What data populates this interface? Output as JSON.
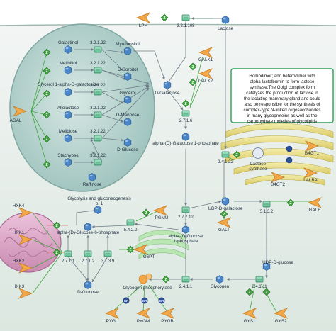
{
  "title": "",
  "colors": {
    "background": "#ffffff",
    "cell_bg_top": "#f3f5f4",
    "cell_bg_bottom": "#dfe9e3",
    "lysosome_fill": "#b9d3cf",
    "lysosome_stroke": "#7fa6a1",
    "golgi": "#e0d680",
    "mito_fill": "#d9a9c8",
    "er_fill": "#b9e6b2",
    "enzyme_green": "#41a641",
    "ec_box": "#70c9a0",
    "ec_box_stroke": "#2f7f5b",
    "metabolite": "#4b86c8",
    "protein_orange": "#f2a848",
    "note_border": "#2b9f5a",
    "arrow": "#6d7c86",
    "transport_line": "#e07a7a"
  },
  "proteins": {
    "lph": "LPH",
    "agal": "AGAL",
    "galk1": "GALK1",
    "galk2": "GALK2",
    "b4gt1": "B4GT1",
    "b4gt2": "B4GT2",
    "lalba": "LALBA",
    "pgmu": "PGMU",
    "galt": "GALT",
    "gale": "GALE",
    "hxk4": "HXK4",
    "hxk1": "HXK1",
    "hxk2": "HXK2",
    "hxk3": "HXK3",
    "g6pt": "G6PT",
    "pygl": "PYGL",
    "pygm": "PYGM",
    "pygb": "PYGB",
    "gys1": "GYS1",
    "gys2": "GYS2",
    "gr": "GR",
    "complex": "Lactose synthase"
  },
  "metabolites": {
    "lactose": "Lactose",
    "galactinol": "Galactinol",
    "myo_inositol": "Myo-inositol",
    "melibiitol": "Melibiitol",
    "d_sorbitol": "D-Sorbitol",
    "glycerol_galactoside": "Glycerol 1-alpha-D-galactoside",
    "glycerol": "Glycerol",
    "allolactose": "Allolactose",
    "d_mannose": "D-Mannose",
    "melibiose": "Melibiose",
    "d_glucose_top": "D-Glucose",
    "stachyose": "Stachyose",
    "raffinose": "Raffinose",
    "d_galactose": "D-Galactose",
    "gal1p": "alpha-(D)-Galactose 1-phosphate",
    "udp_gal": "UDP-D-galactose",
    "glc1p": "alpha-(D)Glucose 1-phosphate",
    "glc6p": "alpha-(D)-Glucose-6-phosphate",
    "glycolysis": "Glycolysis and gluconeogenesis p. 1",
    "d_glucose": "D-Glucose",
    "glycogen_phosphorylase": "Glycogen phosphorylase",
    "glycogen": "Glycogen",
    "udp_glc": "UDP-D-glucose"
  },
  "ec_numbers": {
    "ec_lph": "3.2.1.108",
    "ec_a1": "3.2.1.22",
    "ec_a2": "3.2.1.22",
    "ec_a3": "3.2.1.22",
    "ec_a4": "3.2.1.22",
    "ec_a5": "3.2.1.22",
    "ec_a6": "3.2.1.22",
    "ec_galk": "2.7.1.6",
    "ec_b4gt": "2.4.1.22",
    "ec_pgm": "5.4.2.2",
    "ec_galt": "2.7.7.12",
    "ec_gale": "5.1.3.2",
    "ec_hxk1": "2.7.1.1",
    "ec_hxk2": "2.7.1.2",
    "ec_g6pt": "3.1.3.9",
    "ec_pyg": "2.4.1.1",
    "ec_gys": "2.4.1.11"
  },
  "note": {
    "lines": [
      "Homodimer; and heterodimer with",
      "alpha-lactalbumin to form lactose",
      "synthase.The Golgi complex form",
      "catalyzes the production of lactose in",
      "the lactating mammary gland and could",
      "also be responsible for the synthesis of",
      "complex-type N-linked oligosaccharides",
      "in many glycoproteins as well as the",
      "carbohydrate moieties of glycolipids"
    ]
  }
}
